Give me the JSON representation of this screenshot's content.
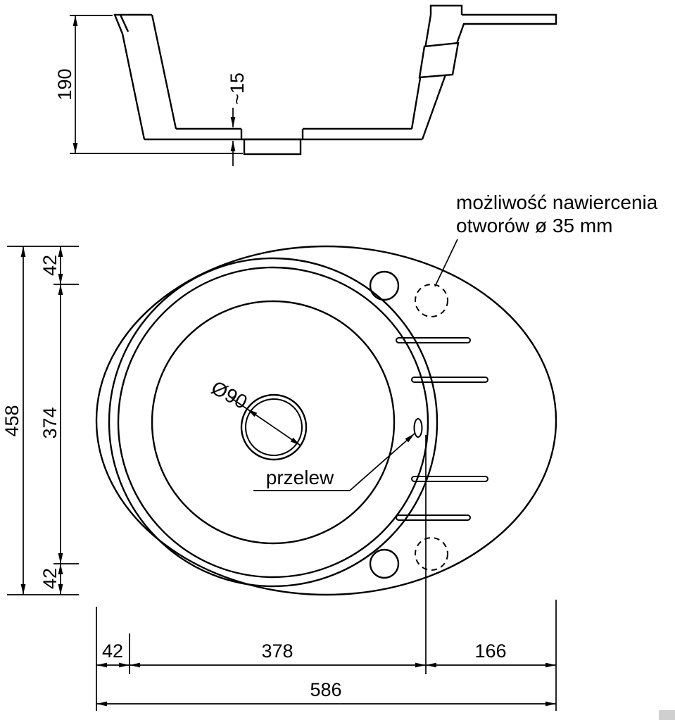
{
  "colors": {
    "line": "#000000",
    "background": "#ffffff"
  },
  "section_view": {
    "height_dim": "190",
    "recess_dim": "~15"
  },
  "plan_view": {
    "note_line1": "możliwość nawiercenia",
    "note_line2": "otworów ø 35 mm",
    "overflow_label": "przelew",
    "drain_label": "Ø90",
    "dims": {
      "overall_height": "458",
      "top_offset": "42",
      "mid_span": "374",
      "bottom_offset": "42",
      "left_offset": "42",
      "bowl_span": "378",
      "right_span": "166",
      "overall_width": "586"
    }
  }
}
